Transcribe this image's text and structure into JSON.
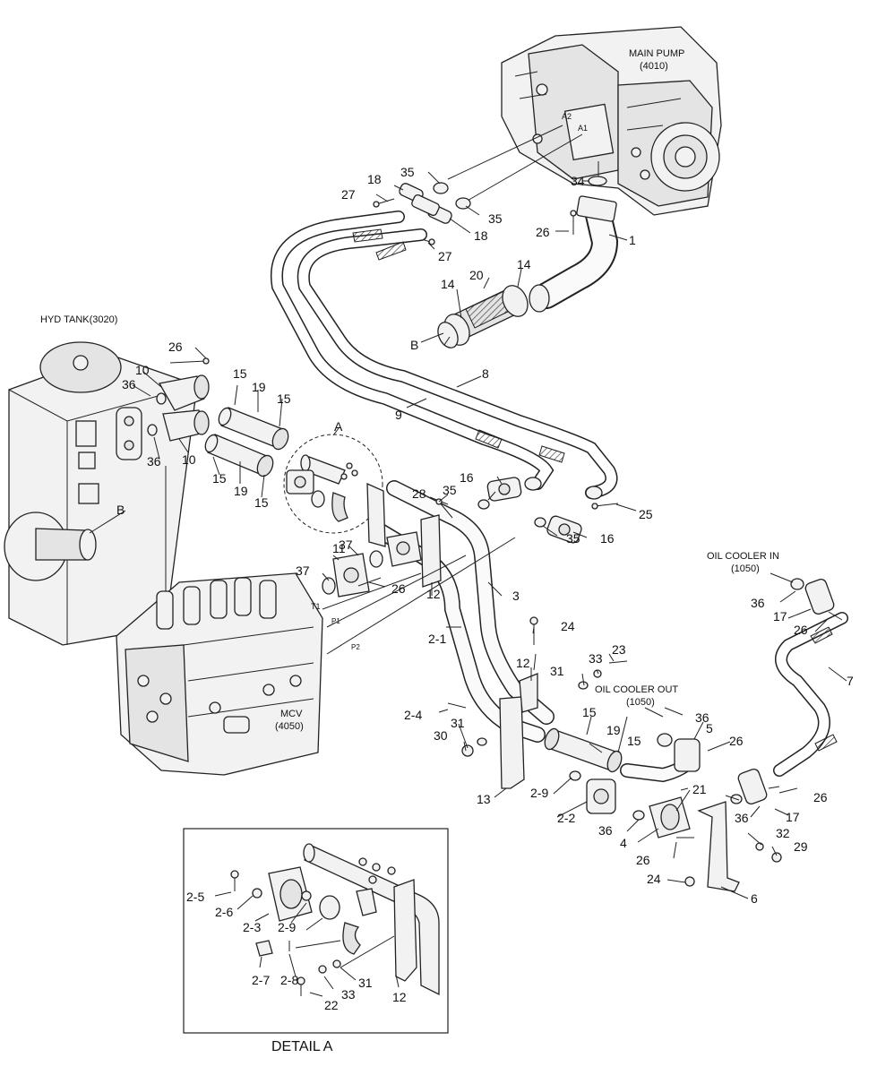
{
  "components": {
    "main_pump": {
      "name": "MAIN PUMP",
      "code": "(4010)",
      "port_a1": "A1",
      "port_a2": "A2"
    },
    "hyd_tank": {
      "name": "HYD TANK(3020)"
    },
    "mcv": {
      "name": "MCV",
      "code": "(4050)",
      "port_t1": "T1",
      "port_p1": "P1",
      "port_p2": "P2"
    },
    "oil_cooler_in": {
      "name": "OIL COOLER IN",
      "code": "(1050)"
    },
    "oil_cooler_out": {
      "name": "OIL COOLER OUT",
      "code": "(1050)"
    }
  },
  "detail": {
    "callout": "A",
    "title": "DETAIL A"
  },
  "ref_b": "B",
  "callouts": {
    "c1": "1",
    "c2_1": "2-1",
    "c2_2": "2-2",
    "c2_4": "2-4",
    "c2_9": "2-9",
    "c3": "3",
    "c4": "4",
    "c5": "5",
    "c6": "6",
    "c7": "7",
    "c8": "8",
    "c9": "9",
    "c10a": "10",
    "c10b": "10",
    "c11": "11",
    "c12a": "12",
    "c12b": "12",
    "c13": "13",
    "c14a": "14",
    "c14b": "14",
    "c15a": "15",
    "c15b": "15",
    "c15c": "15",
    "c15d": "15",
    "c15e": "15",
    "c15f": "15",
    "c16a": "16",
    "c16b": "16",
    "c17a": "17",
    "c17b": "17",
    "c18a": "18",
    "c18b": "18",
    "c19a": "19",
    "c19b": "19",
    "c19c": "19",
    "c20": "20",
    "c21": "21",
    "c23": "23",
    "c24a": "24",
    "c24b": "24",
    "c25": "25",
    "c26a": "26",
    "c26b": "26",
    "c26c": "26",
    "c26d": "26",
    "c26e": "26",
    "c26f": "26",
    "c26g": "26",
    "c27a": "27",
    "c27b": "27",
    "c28": "28",
    "c29": "29",
    "c30": "30",
    "c31a": "31",
    "c31b": "31",
    "c32": "32",
    "c33a": "33",
    "c34": "34",
    "c35a": "35",
    "c35b": "35",
    "c35c": "35",
    "c35d": "35",
    "c36a": "36",
    "c36b": "36",
    "c36c": "36",
    "c36d": "36",
    "c36e": "36",
    "c36f": "36",
    "c37a": "37",
    "c37b": "37"
  },
  "detail_callouts": {
    "d2_5": "2-5",
    "d2_6": "2-6",
    "d2_3": "2-3",
    "d2_9": "2-9",
    "d2_7": "2-7",
    "d2_8": "2-8",
    "d22": "22",
    "d33": "33",
    "d31": "31",
    "d12": "12"
  }
}
